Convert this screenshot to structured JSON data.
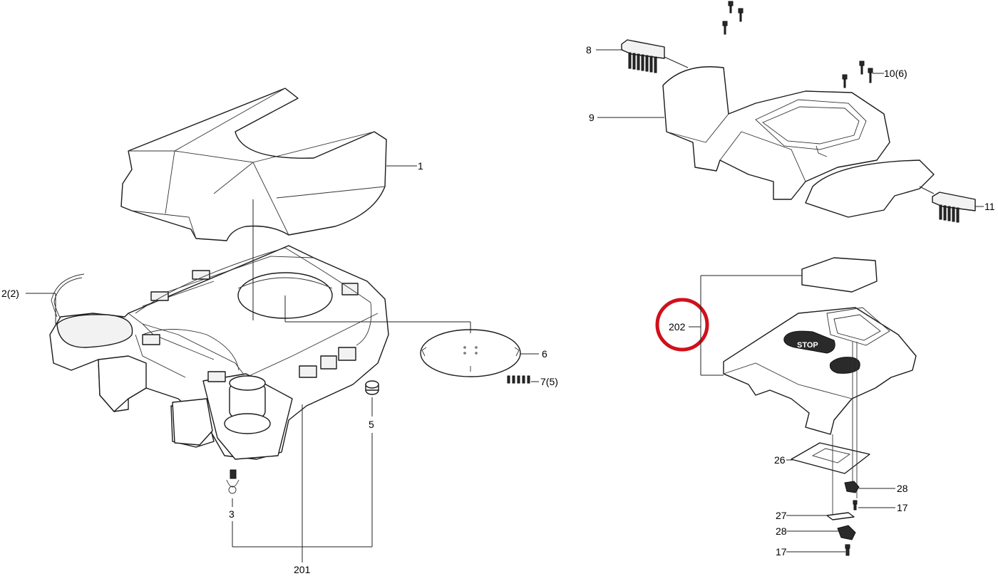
{
  "labels": {
    "l1": "1",
    "l2": "2(2)",
    "l3": "3",
    "l5": "5",
    "l6": "6",
    "l7": "7(5)",
    "l8": "8",
    "l9": "9",
    "l10": "10(6)",
    "l11": "11",
    "l201": "201",
    "l202": "202",
    "l26": "26",
    "l27": "27",
    "l28a": "28",
    "l28b": "28",
    "l17a": "17",
    "l17b": "17"
  },
  "button_text": "STOP",
  "colors": {
    "highlight": "#d0101b",
    "line": "#1a1a1a"
  }
}
